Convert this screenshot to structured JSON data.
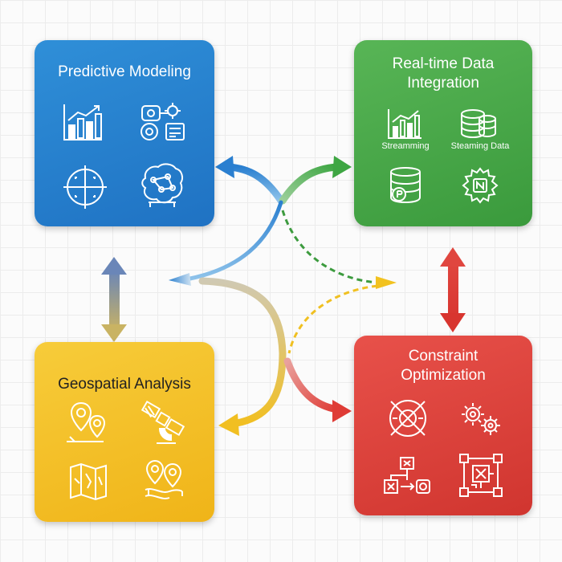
{
  "panels": {
    "predictive": {
      "title": "Predictive Modeling",
      "color": "#2a84d2",
      "icons": [
        "bar-chart-growth-icon",
        "gears-network-icon",
        "crosshair-target-icon",
        "network-map-icon"
      ]
    },
    "realtime": {
      "title_line1": "Real-time Data",
      "title_line2": "Integration",
      "color": "#4caa4b",
      "labels": {
        "streaming": "Streamming",
        "steaming_data": "Steaming Data"
      },
      "icons": [
        "streaming-chart-icon",
        "database-stack-icon",
        "database-coin-icon",
        "gear-chip-icon"
      ]
    },
    "geospatial": {
      "title": "Geospatial Analysis",
      "color": "#f4c12a",
      "icons": [
        "map-pins-icon",
        "satellite-icon",
        "folded-map-icon",
        "location-pins-icon"
      ]
    },
    "constraint": {
      "title_line1": "Constraint",
      "title_line2": "Optimization",
      "color": "#de433d",
      "icons": [
        "crossed-target-icon",
        "gears-icon",
        "flowchart-icon",
        "constraint-matrix-icon"
      ]
    }
  },
  "flows": {
    "blue_to_yellow": "#6f7f9c",
    "red_to_green": "#e0463f"
  }
}
